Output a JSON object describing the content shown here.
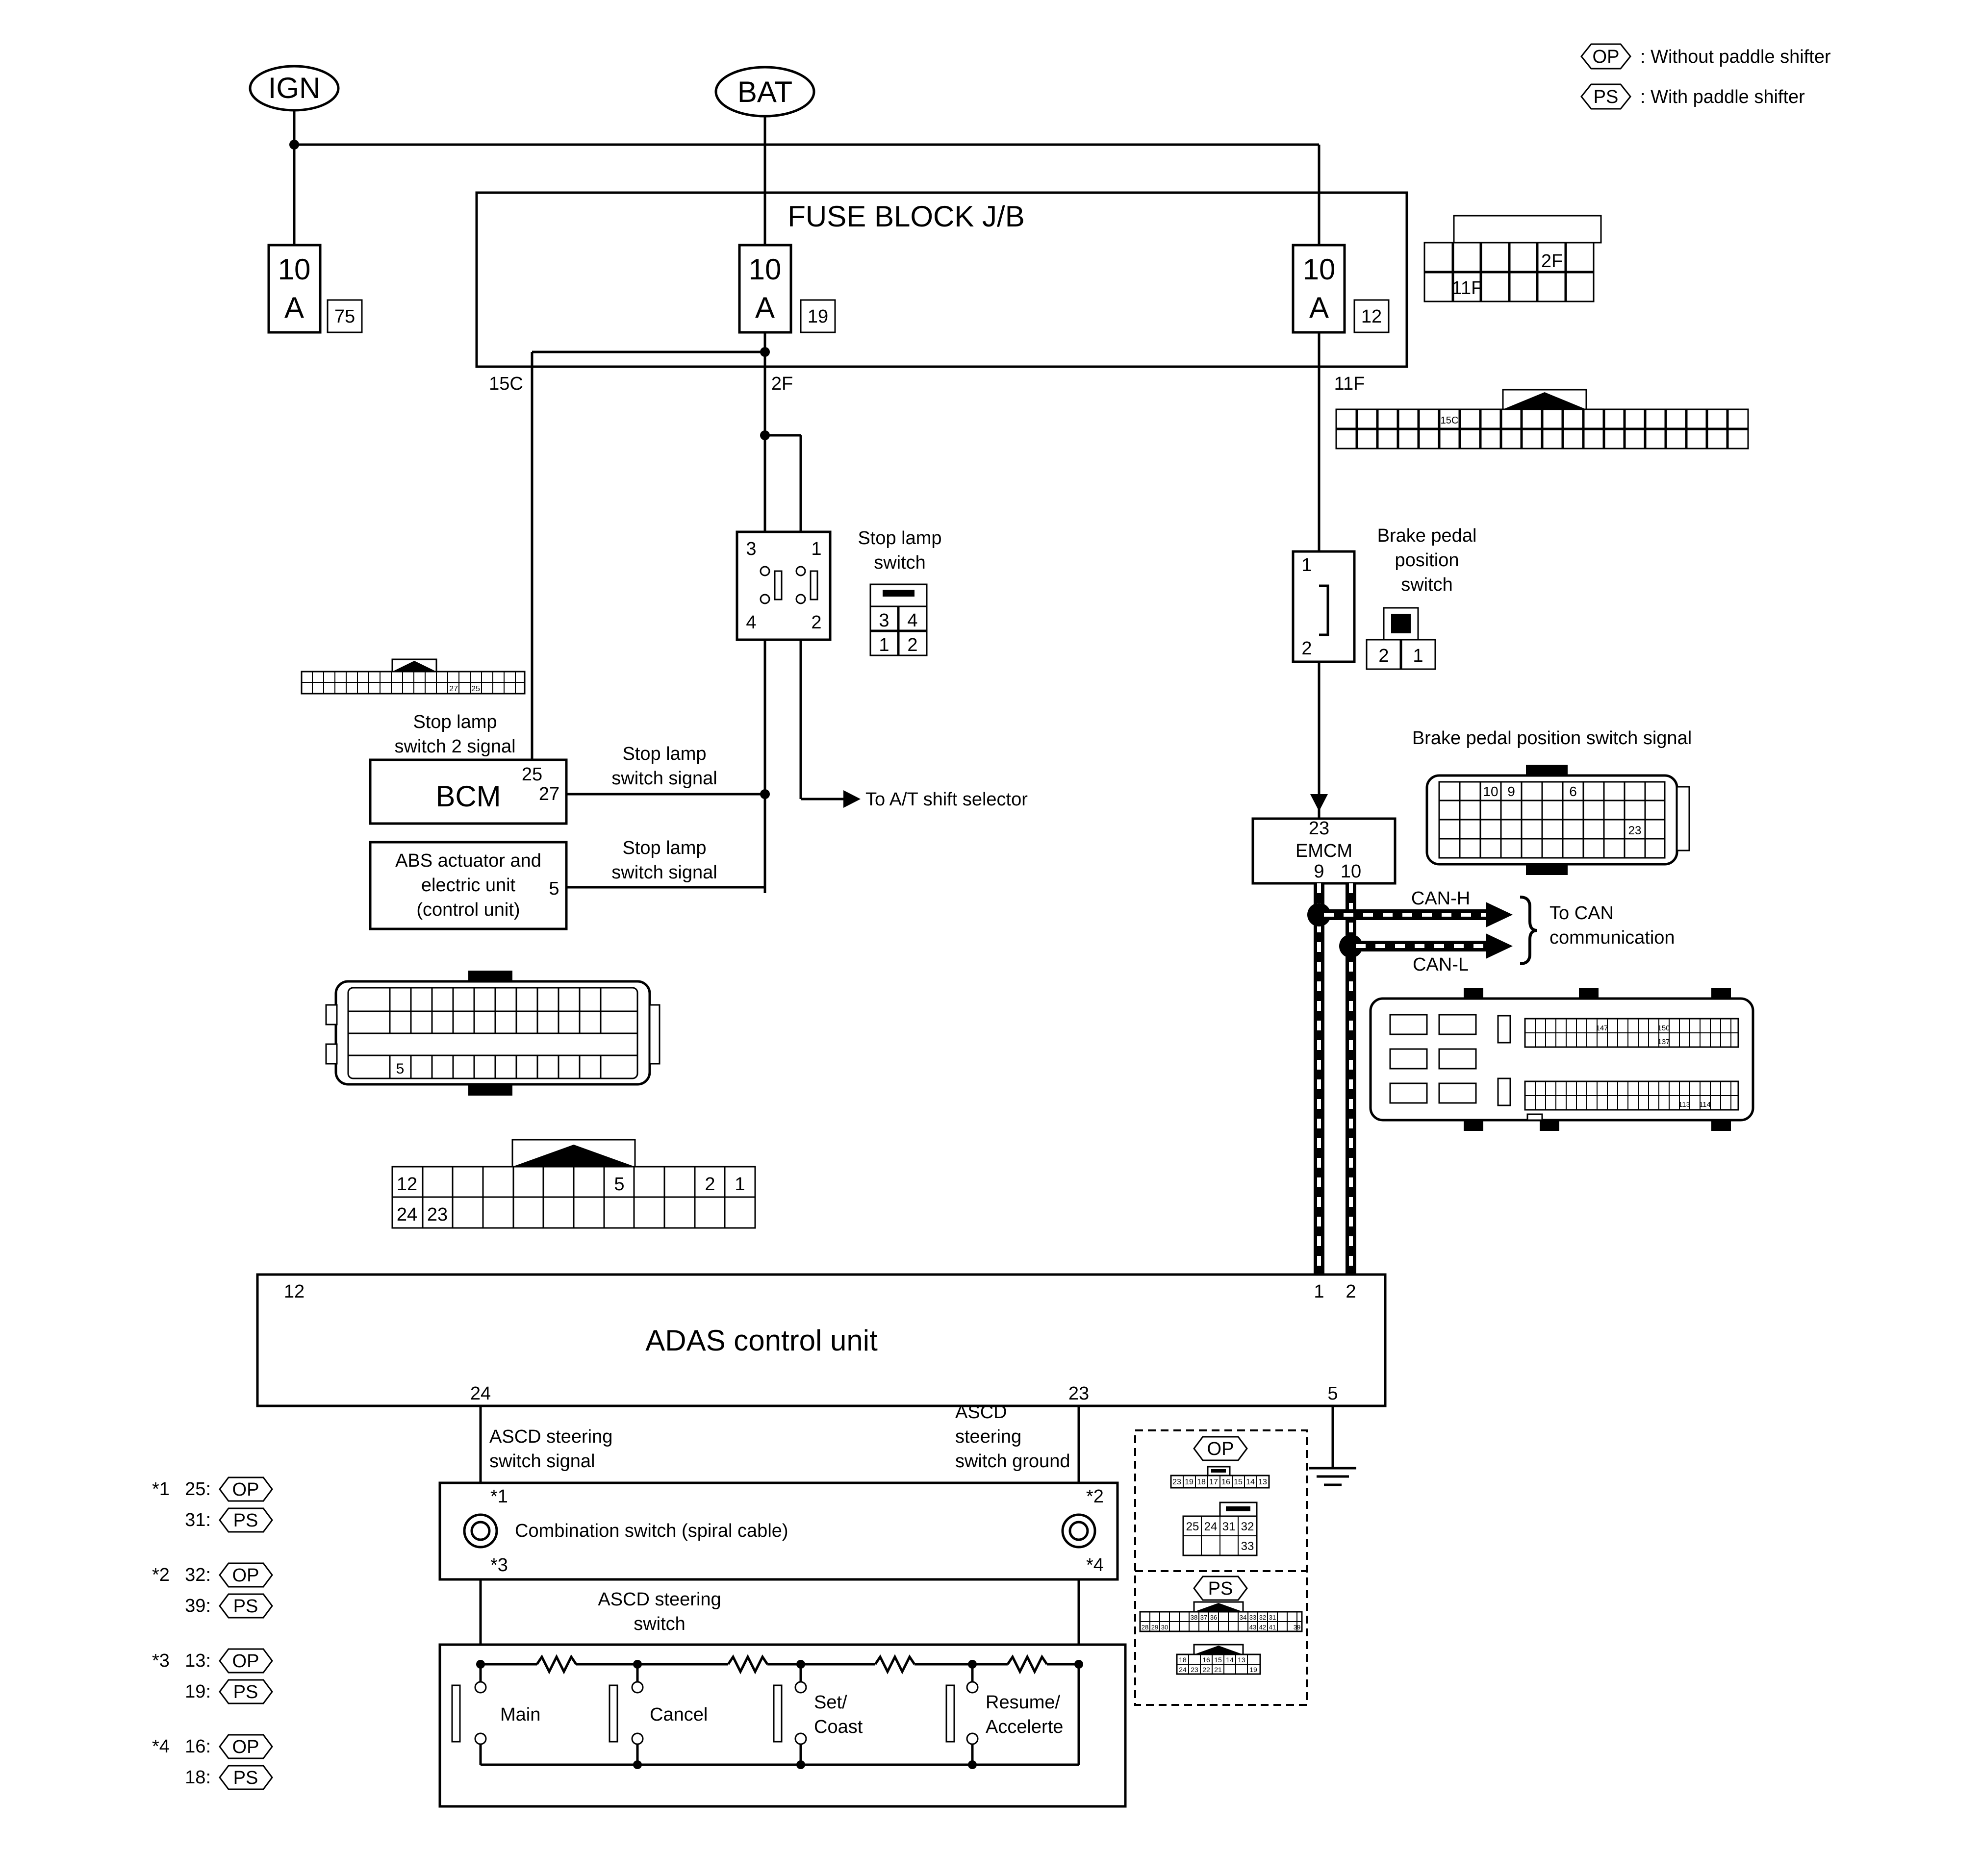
{
  "power": {
    "ign": "IGN",
    "bat": "BAT"
  },
  "legend": {
    "op_tag": "OP",
    "op_text": ": Without paddle shifter",
    "ps_tag": "PS",
    "ps_text": ": With paddle shifter"
  },
  "fuse_block": {
    "title": "FUSE BLOCK J/B",
    "fuses": [
      {
        "rating_top": "10",
        "rating_bottom": "A",
        "number": "75"
      },
      {
        "rating_top": "10",
        "rating_bottom": "A",
        "number": "19"
      },
      {
        "rating_top": "10",
        "rating_bottom": "A",
        "number": "12"
      }
    ],
    "terminals": [
      "15C",
      "2F",
      "11F"
    ],
    "connector_labels": {
      "a": "2F",
      "b": "11F",
      "c": "15C"
    }
  },
  "stop_lamp_switch": {
    "label_line1": "Stop lamp",
    "label_line2": "switch",
    "pins": [
      "3",
      "1",
      "4",
      "2"
    ],
    "connector_pins": [
      "3",
      "4",
      "1",
      "2"
    ]
  },
  "brake_pedal_switch": {
    "label_line1": "Brake pedal",
    "label_line2": "position",
    "label_line3": "switch",
    "pins": [
      "1",
      "2"
    ],
    "connector_pins": [
      "2",
      "1"
    ]
  },
  "bcm": {
    "name": "BCM",
    "pin_a": "25",
    "pin_b": "27",
    "signal2_line1": "Stop lamp",
    "signal2_line2": "switch 2 signal",
    "signal_line1": "Stop lamp",
    "signal_line2": "switch signal",
    "connector_pins": [
      "27",
      "25"
    ]
  },
  "abs": {
    "line1": "ABS actuator and",
    "line2": "electric unit",
    "line3": "(control unit)",
    "pin": "5",
    "signal_line1": "Stop lamp",
    "signal_line2": "switch signal",
    "connector_pin": "5"
  },
  "at_selector": "To A/T shift selector",
  "emcm": {
    "name": "EMCM",
    "pin_top": "23",
    "pin_a": "9",
    "pin_b": "10",
    "signal_label": "Brake pedal position switch signal",
    "connector_pins": [
      "10",
      "9",
      "6",
      "23"
    ],
    "ecm_pins": [
      "147",
      "150",
      "137",
      "113",
      "114"
    ]
  },
  "can": {
    "h": "CAN-H",
    "l": "CAN-L",
    "to_line1": "To CAN",
    "to_line2": "communication"
  },
  "adas_connector": {
    "row1": [
      "12",
      "5",
      "2",
      "1"
    ],
    "row2": [
      "24",
      "23"
    ]
  },
  "adas": {
    "name": "ADAS control unit",
    "pin_12": "12",
    "pin_1": "1",
    "pin_2": "2",
    "pin_24": "24",
    "pin_23": "23",
    "pin_5": "5"
  },
  "ascd": {
    "signal_line1": "ASCD steering",
    "signal_line2": "switch signal",
    "ground_line1": "ASCD",
    "ground_line2": "steering",
    "ground_line3": "switch ground",
    "spiral": "Combination switch (spiral cable)",
    "marks": [
      "*1",
      "*2",
      "*3",
      "*4"
    ],
    "switch_title_line1": "ASCD steering",
    "switch_title_line2": "switch",
    "buttons": [
      {
        "line1": "Main",
        "line2": ""
      },
      {
        "line1": "Cancel",
        "line2": ""
      },
      {
        "line1": "Set/",
        "line2": "Coast"
      },
      {
        "line1": "Resume/",
        "line2": "Accelerte"
      }
    ]
  },
  "notes": [
    {
      "mark": "*1",
      "op_pin": "25:",
      "ps_pin": "31:"
    },
    {
      "mark": "*2",
      "op_pin": "32:",
      "ps_pin": "39:"
    },
    {
      "mark": "*3",
      "op_pin": "13:",
      "ps_pin": "19:"
    },
    {
      "mark": "*4",
      "op_pin": "16:",
      "ps_pin": "18:"
    }
  ],
  "variant_box": {
    "op": "OP",
    "ps": "PS",
    "op_small_pins": [
      "23",
      "19",
      "18",
      "17",
      "16",
      "15",
      "14",
      "13"
    ],
    "op_big_pins": [
      "25",
      "24",
      "31",
      "32",
      "33"
    ],
    "ps_pins_a": [
      "38",
      "37",
      "36",
      "34",
      "33",
      "32",
      "31"
    ],
    "ps_pins_b": [
      "28",
      "29",
      "30",
      "43",
      "42",
      "41",
      "39"
    ],
    "ps_pins_c": [
      "18",
      "16",
      "15",
      "14",
      "13"
    ],
    "ps_pins_d": [
      "24",
      "23",
      "22",
      "21",
      "19"
    ]
  }
}
